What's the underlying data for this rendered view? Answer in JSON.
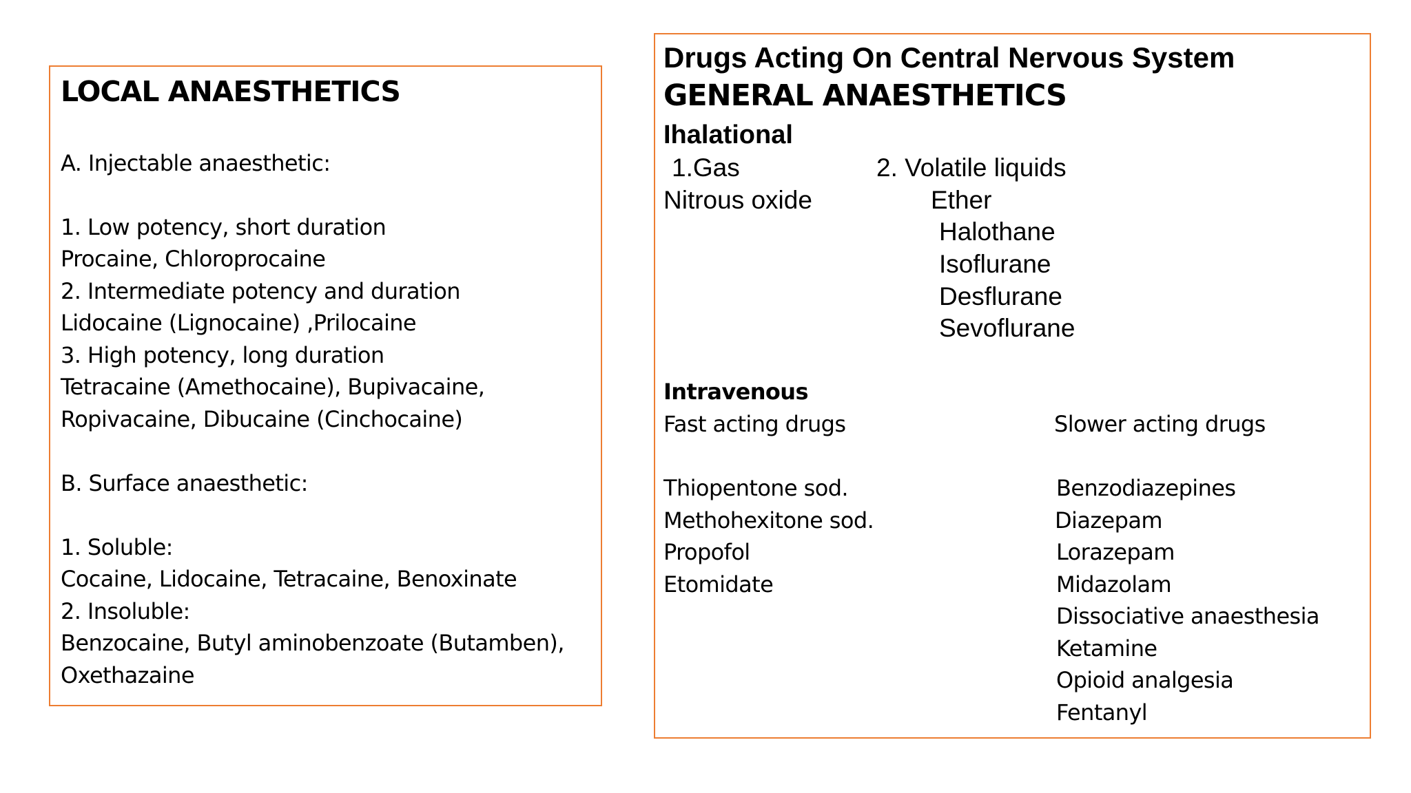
{
  "local": {
    "title": "LOCAL ANAESTHETICS",
    "section_a": "A.   Injectable anaesthetic:",
    "low_heading": "1. Low potency, short duration",
    "low_drugs": "Procaine, Chloroprocaine",
    "intermediate_heading": "2. Intermediate potency and duration",
    "intermediate_drugs": "Lidocaine (Lignocaine) ,Prilocaine",
    "high_heading": "3. High potency, long duration",
    "high_drugs_1": "Tetracaine (Amethocaine), Bupivacaine,",
    "high_drugs_2": "Ropivacaine, Dibucaine (Cinchocaine)",
    "section_b": "B. Surface anaesthetic:",
    "soluble_heading": "1. Soluble:",
    "soluble_drugs": "Cocaine, Lidocaine, Tetracaine, Benoxinate",
    "insoluble_heading": "2. Insoluble:",
    "insoluble_drugs_1": "Benzocaine, Butyl aminobenzoate (Butamben),",
    "insoluble_drugs_2": "Oxethazaine"
  },
  "general": {
    "cns_title": "Drugs Acting On Central Nervous System",
    "title": "GENERAL ANAESTHETICS",
    "inhalational": {
      "heading": "Ihalational",
      "gas_heading": "1.Gas",
      "gas_drug": "Nitrous oxide",
      "volatile_heading": "2. Volatile liquids",
      "volatile_drugs": [
        "Ether",
        "Halothane",
        "Isoflurane",
        "Desflurane",
        "Sevoflurane"
      ]
    },
    "intravenous": {
      "heading": "Intravenous",
      "fast_heading": "Fast acting drugs",
      "fast_drugs": [
        "Thiopentone sod.",
        "Methohexitone sod.",
        "Propofol",
        "Etomidate"
      ],
      "slow_heading": "Slower acting drugs",
      "slow_drugs": [
        "Benzodiazepines",
        "Diazepam",
        "Lorazepam",
        "Midazolam",
        "Dissociative anaesthesia",
        "Ketamine",
        "Opioid analgesia",
        "Fentanyl"
      ]
    }
  },
  "colors": {
    "border": "#ED7D31"
  }
}
